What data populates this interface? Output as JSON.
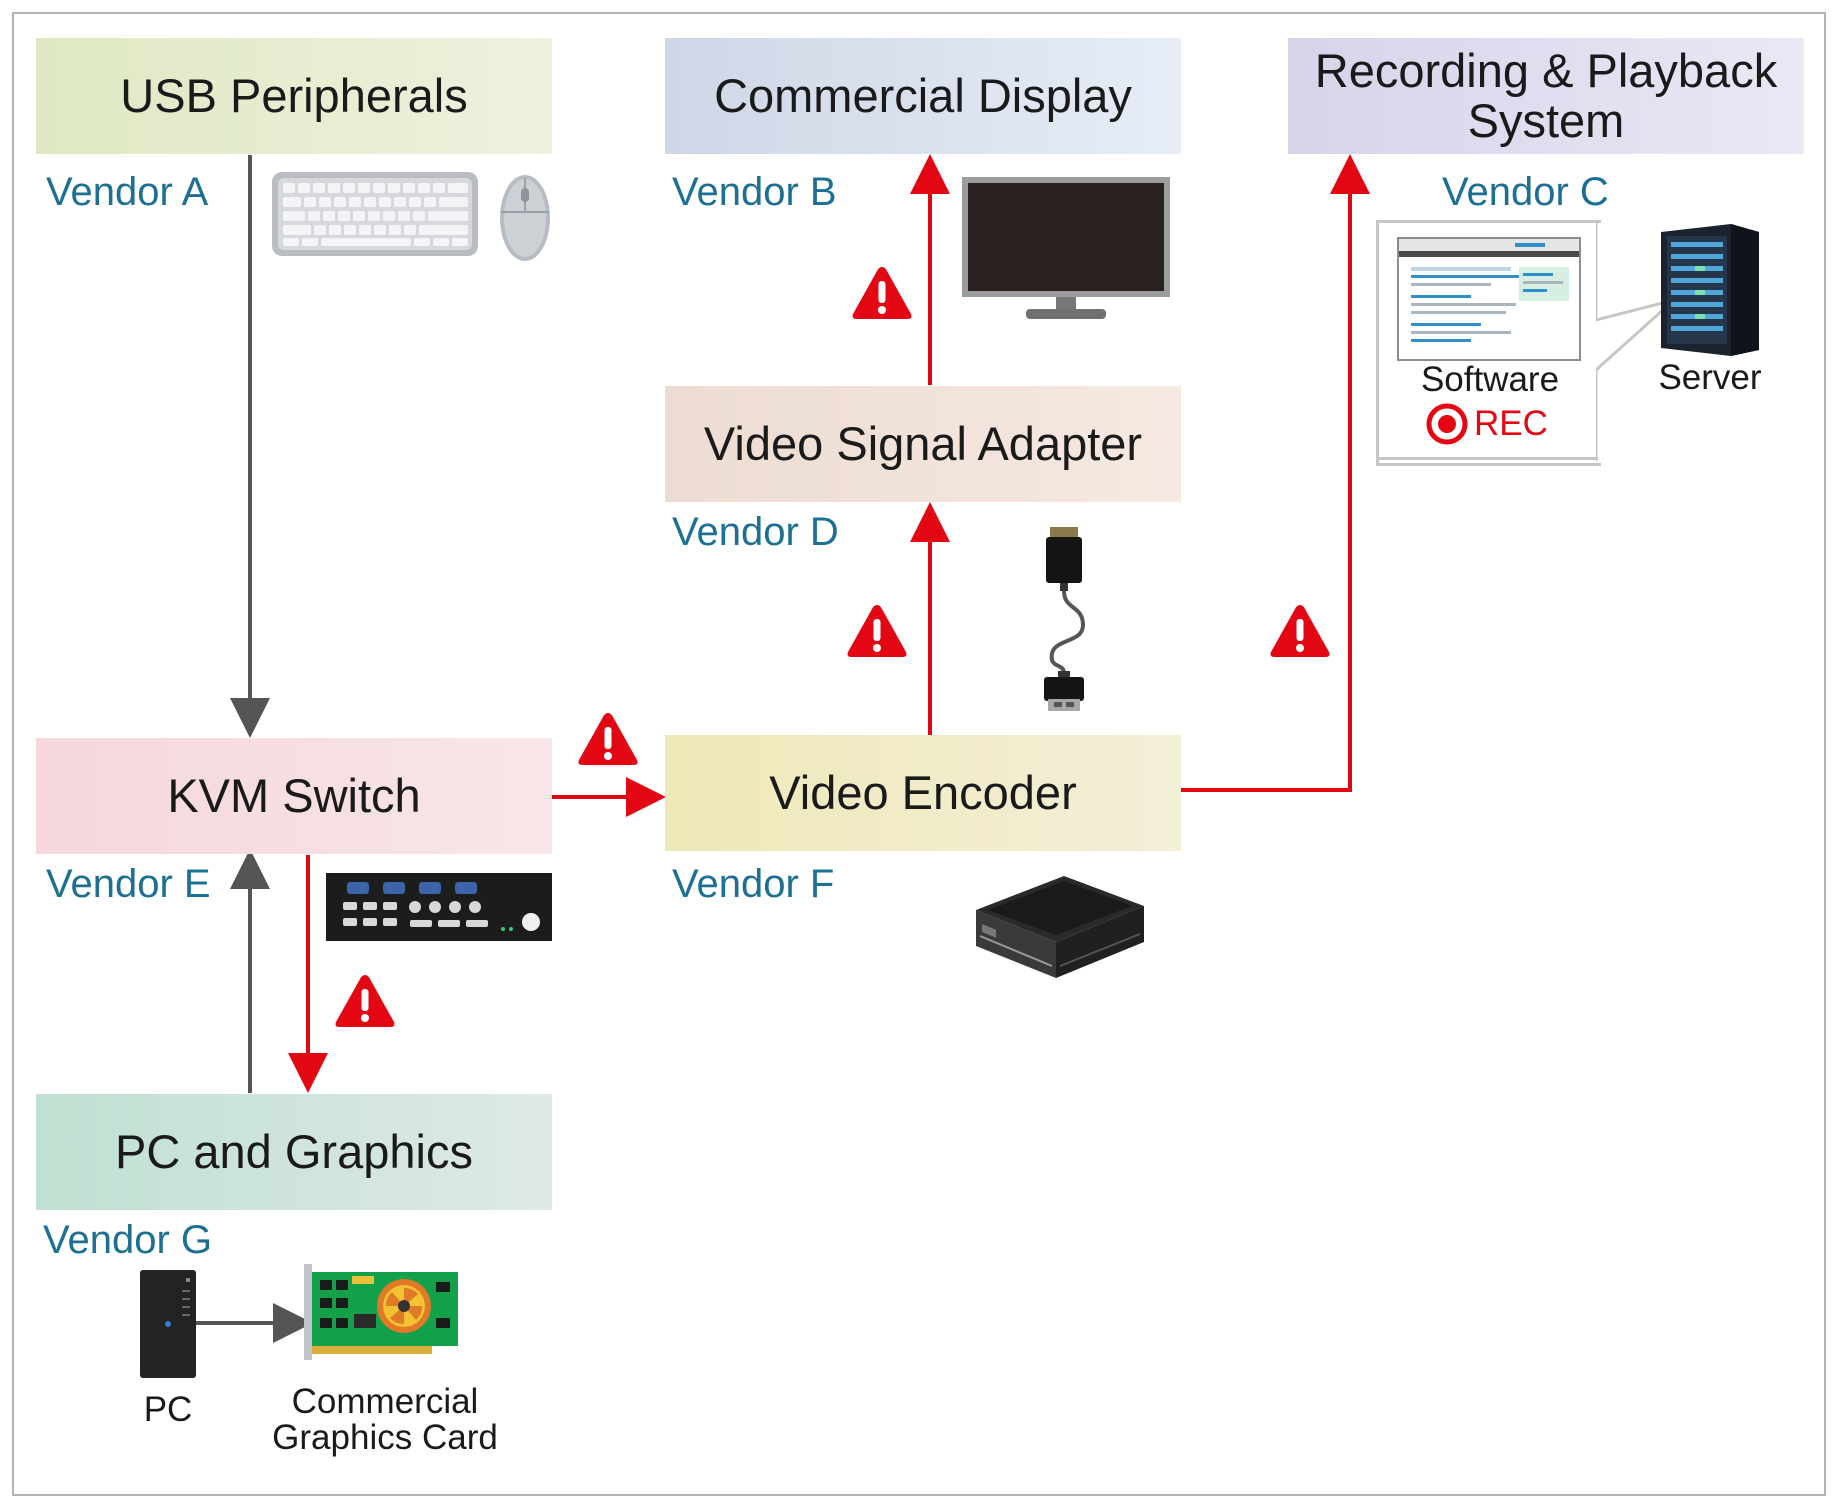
{
  "boxes": {
    "usb": "USB Peripherals",
    "display": "Commercial Display",
    "recording": "Recording & Playback System",
    "adapter": "Video Signal Adapter",
    "kvm": "KVM Switch",
    "encoder": "Video Encoder",
    "pc_graphics": "PC and Graphics"
  },
  "vendors": {
    "a": "Vendor A",
    "b": "Vendor B",
    "c": "Vendor C",
    "d": "Vendor D",
    "e": "Vendor E",
    "f": "Vendor F",
    "g": "Vendor G"
  },
  "labels": {
    "software": "Software",
    "rec": "REC",
    "server": "Server",
    "pc": "PC",
    "graphics_card_line1": "Commercial",
    "graphics_card_line2": "Graphics Card"
  },
  "icons": [
    "keyboard-icon",
    "mouse-icon",
    "monitor-icon",
    "cable-icon",
    "software-window-icon",
    "server-icon",
    "kvm-device-icon",
    "encoder-device-icon",
    "pc-tower-icon",
    "graphics-card-icon",
    "warning-icon",
    "record-icon"
  ],
  "colors": {
    "signal_red": "#e30613",
    "control_gray": "#555555",
    "vendor_blue": "#1d6f93"
  }
}
